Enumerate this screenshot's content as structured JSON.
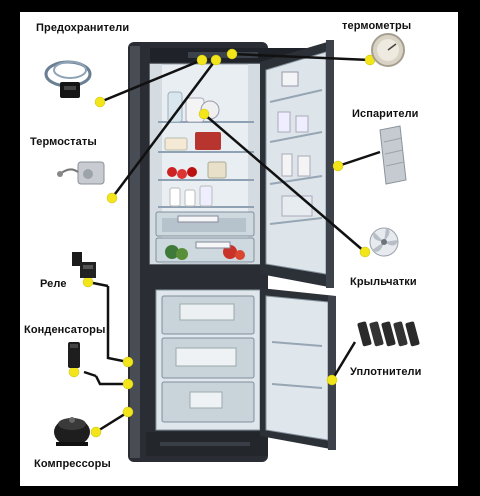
{
  "labels": {
    "fuses": "Предохранители",
    "thermometers": "термометры",
    "thermostats": "Термостаты",
    "evaporators": "Испарители",
    "relays": "Реле",
    "impellers": "Крыльчатки",
    "condensers": "Конденсаторы",
    "seals": "Уплотнители",
    "compressors": "Компрессоры"
  },
  "colors": {
    "background": "#000000",
    "panel": "#ffffff",
    "marker": "#f2e51a",
    "leader": "#111111",
    "fridge_body": "#2a2d33",
    "interior": "#e9eef2"
  },
  "icons": {
    "fuses": "fuse-cable-icon",
    "thermometers": "thermometer-dial-icon",
    "thermostats": "thermostat-icon",
    "evaporators": "evaporator-plate-icon",
    "relays": "relay-icon",
    "impellers": "fan-impeller-icon",
    "condensers": "capacitor-icon",
    "seals": "door-seal-icon",
    "compressors": "compressor-icon"
  }
}
